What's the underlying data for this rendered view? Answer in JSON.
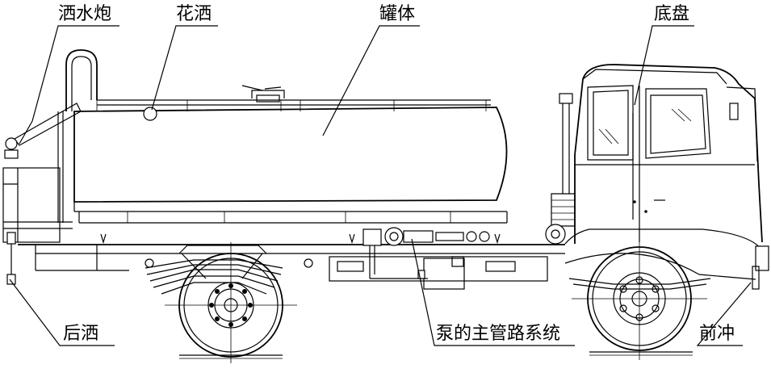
{
  "labels": {
    "water_cannon": "洒水炮",
    "flower_sprinkler": "花洒",
    "tank_body": "罐体",
    "chassis": "底盘",
    "rear_sprinkler": "后洒",
    "pump_main_pipe_system": "泵的主管路系统",
    "front_flush": "前冲"
  }
}
